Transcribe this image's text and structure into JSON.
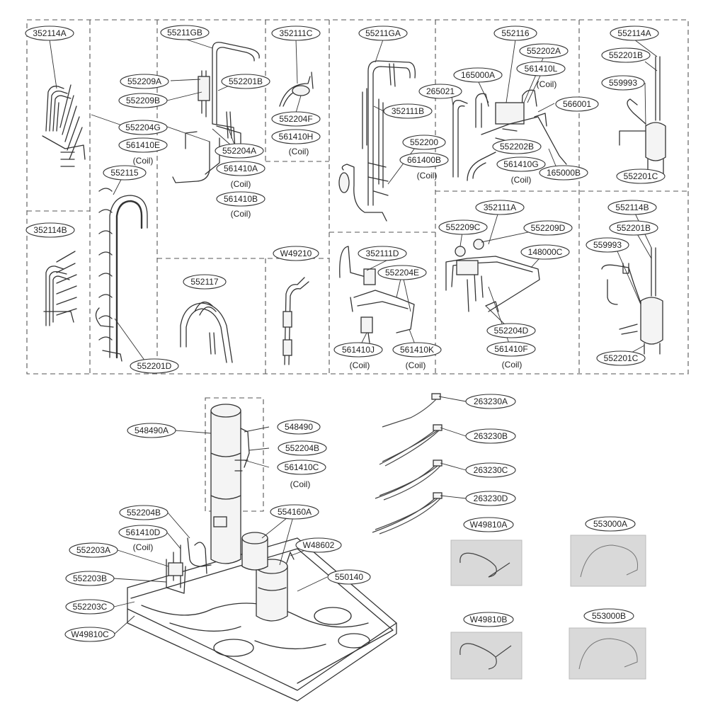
{
  "coil_text": "(Coil)",
  "labels": {
    "l01": "352114A",
    "l02": "55211GB",
    "l03": "352111C",
    "l04": "55211GA",
    "l05": "552116",
    "l06": "552114A",
    "l07": "552202A",
    "l08": "552201B",
    "l09": "165000A",
    "l10": "561410L",
    "l11": "552209A",
    "l12": "552201B",
    "l13": "559993",
    "l14": "265021",
    "l15": "552209B",
    "l16": "552204F",
    "l17": "566001",
    "l18": "352111B",
    "l19": "552204G",
    "l20": "561410E",
    "l21": "561410H",
    "l22": "552200",
    "l23": "552204A",
    "l24": "661400B",
    "l25": "552202B",
    "l26": "561410G",
    "l27": "165000B",
    "l28": "552201C",
    "l29": "552115",
    "l30": "561410A",
    "l31": "561410B",
    "l32": "552114B",
    "l33": "352111A",
    "l34": "552201B",
    "l35": "352114B",
    "l36": "552209C",
    "l37": "552209D",
    "l38": "559993",
    "l39": "148000C",
    "l40": "W49210",
    "l41": "352111D",
    "l42": "552204E",
    "l43": "552117",
    "l44": "552204D",
    "l45": "561410F",
    "l46": "561410J",
    "l47": "561410K",
    "l48": "552201C",
    "l49": "552201D",
    "l50": "263230A",
    "l51": "548490A",
    "l52": "548490",
    "l53": "263230B",
    "l54": "552204B",
    "l55": "561410C",
    "l56": "263230C",
    "l57": "263230D",
    "l58": "554160A",
    "l59": "552204B",
    "l60": "W49810A",
    "l61": "553000A",
    "l62": "561410D",
    "l63": "W48602",
    "l64": "552203A",
    "l65": "550140",
    "l66": "552203B",
    "l67": "552203C",
    "l68": "W49810B",
    "l69": "553000B",
    "l70": "W49810C"
  }
}
